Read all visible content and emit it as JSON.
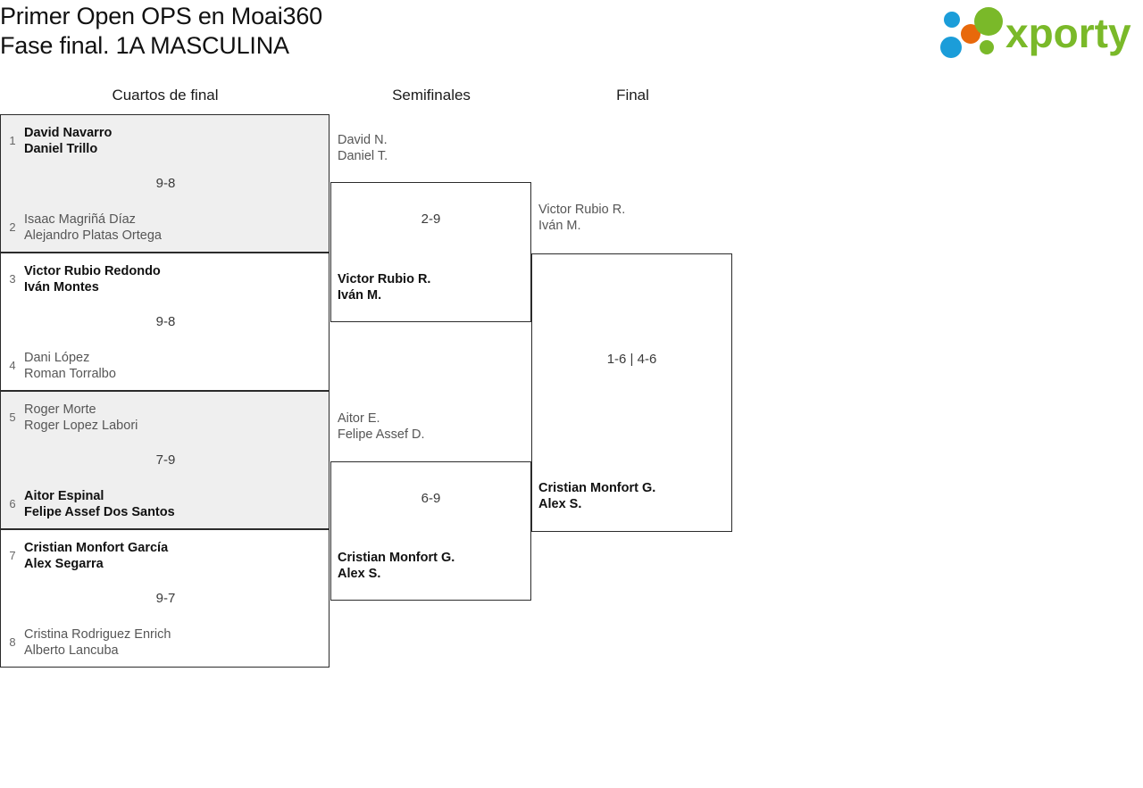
{
  "header": {
    "title_line1": "Primer Open OPS en Moai360",
    "title_line2": "Fase final. 1A MASCULINA",
    "logo": {
      "wordmark": "xporty",
      "green": "#7ab929",
      "blue": "#1b9dd9",
      "orange": "#e8690b"
    }
  },
  "columns": {
    "quarterfinals": "Cuartos de final",
    "semifinals": "Semifinales",
    "final": "Final"
  },
  "quarterfinals": [
    {
      "score": "9-8",
      "shaded": true,
      "top": {
        "seed": "1",
        "p1": "David Navarro",
        "p2": "Daniel Trillo",
        "winner": true
      },
      "bottom": {
        "seed": "2",
        "p1": "Isaac Magriñá Díaz",
        "p2": "Alejandro Platas Ortega",
        "winner": false
      }
    },
    {
      "score": "9-8",
      "shaded": false,
      "top": {
        "seed": "3",
        "p1": "Victor Rubio Redondo",
        "p2": "Iván Montes",
        "winner": true
      },
      "bottom": {
        "seed": "4",
        "p1": "Dani López",
        "p2": "Roman Torralbo",
        "winner": false
      }
    },
    {
      "score": "7-9",
      "shaded": true,
      "top": {
        "seed": "5",
        "p1": "Roger Morte",
        "p2": "Roger Lopez Labori",
        "winner": false
      },
      "bottom": {
        "seed": "6",
        "p1": "Aitor Espinal",
        "p2": "Felipe Assef Dos Santos",
        "winner": true
      }
    },
    {
      "score": "9-7",
      "shaded": false,
      "top": {
        "seed": "7",
        "p1": "Cristian Monfort García",
        "p2": "Alex Segarra",
        "winner": true
      },
      "bottom": {
        "seed": "8",
        "p1": "Cristina Rodriguez Enrich",
        "p2": "Alberto Lancuba",
        "winner": false
      }
    }
  ],
  "semifinals": [
    {
      "score": "2-9",
      "top": {
        "p1": "David N.",
        "p2": "Daniel T.",
        "winner": false
      },
      "bottom": {
        "p1": "Victor Rubio R.",
        "p2": "Iván M.",
        "winner": true
      }
    },
    {
      "score": "6-9",
      "top": {
        "p1": "Aitor E.",
        "p2": "Felipe Assef D.",
        "winner": false
      },
      "bottom": {
        "p1": "Cristian Monfort G.",
        "p2": "Alex S.",
        "winner": true
      }
    }
  ],
  "final": {
    "score": "1-6 | 4-6",
    "top": {
      "p1": "Victor Rubio R.",
      "p2": "Iván M.",
      "winner": false
    },
    "bottom": {
      "p1": "Cristian Monfort G.",
      "p2": "Alex S.",
      "winner": true
    }
  }
}
